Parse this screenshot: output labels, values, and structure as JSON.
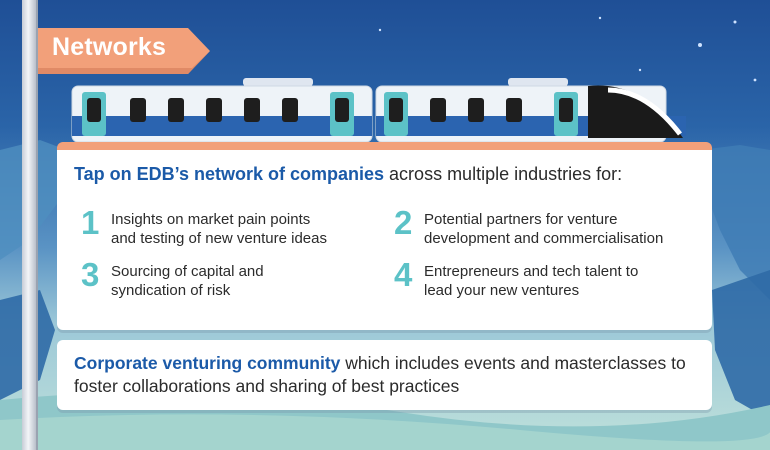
{
  "banner": {
    "label": "Networks"
  },
  "card1": {
    "headline_strong": "Tap on EDB’s network of companies",
    "headline_rest": " across multiple industries for:",
    "items": [
      {
        "num": "1",
        "line1": "Insights on market pain points",
        "line2": "and testing of new venture ideas"
      },
      {
        "num": "2",
        "line1": "Potential partners for venture",
        "line2": "development and commercialisation"
      },
      {
        "num": "3",
        "line1": "Sourcing of capital and",
        "line2": "syndication of risk"
      },
      {
        "num": "4",
        "line1": "Entrepreneurs and tech talent to",
        "line2": "lead your new ventures"
      }
    ]
  },
  "card2": {
    "strong": "Corporate venturing community",
    "rest": " which includes events and masterclasses to foster collaborations and sharing of best practices"
  },
  "colors": {
    "accent_blue": "#1b5aa8",
    "number_teal": "#5cc2c7",
    "sign_orange": "#f2a07a",
    "sky": "#2a64a8"
  }
}
